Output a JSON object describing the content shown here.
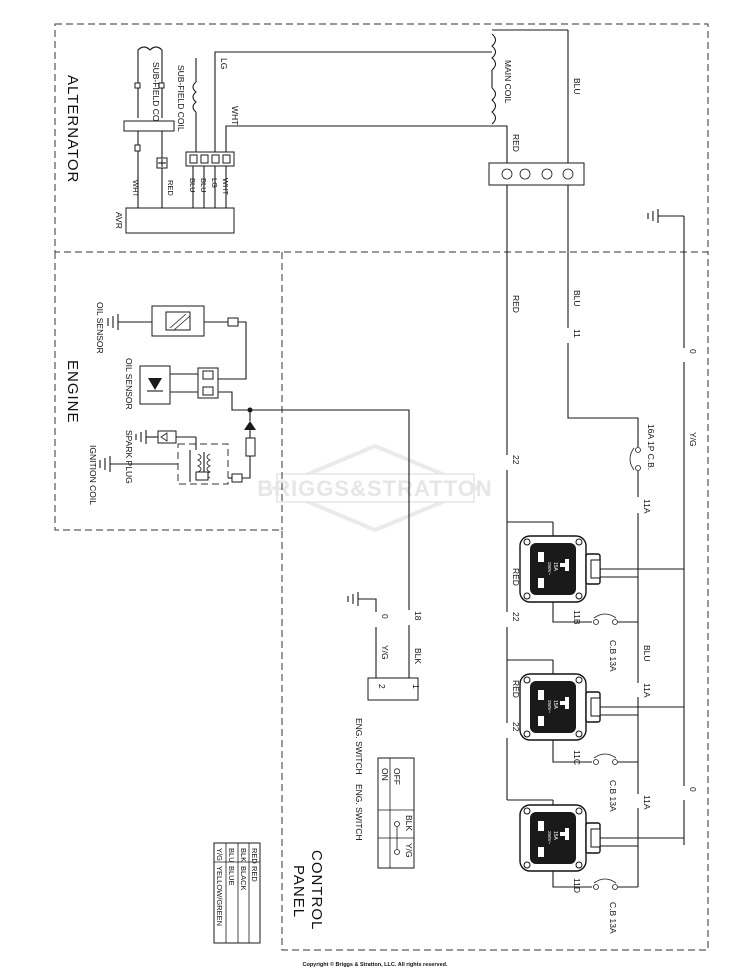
{
  "sections": {
    "alternator": "ALTERNATOR",
    "engine": "ENGINE",
    "control_panel_line1": "CONTROL",
    "control_panel_line2": "PANEL"
  },
  "alternator": {
    "main_coil": "MAIN COIL",
    "sub_field_coil_a": "SUB-FIELD COIL",
    "sub_field_coil_b": "SUB-FIELD COIL",
    "avr": "AVR",
    "wire_lg": "LG",
    "wire_wht": "WHT",
    "wire_blu": "BLU",
    "wire_red": "RED",
    "terminals": [
      "BLU",
      "BLU",
      "LG",
      "WHT"
    ],
    "avr_wht": "WHT",
    "avr_red": "RED"
  },
  "engine": {
    "oil_sensor_1": "OIL SENSOR",
    "oil_sensor_2": "OIL SENSOR",
    "spark_plug": "SPARK PLUG",
    "ignition_coil": "IGNITION COIL"
  },
  "wires": {
    "red": "RED",
    "blu": "BLU",
    "n11": "11",
    "n0": "0",
    "yg": "Y/G",
    "n22": "22",
    "n11a": "11A",
    "n11b": "11B",
    "n11c": "11C",
    "n11d": "11D",
    "n18": "18",
    "blk": "BLK"
  },
  "breakers": {
    "main": "16A 1P C.B.",
    "cb": "C.B 13A"
  },
  "outlet": {
    "amps": "15A",
    "volts": "250V~"
  },
  "eng_switch": {
    "label": "ENG. SWITCH",
    "pin1": "1",
    "pin2": "2",
    "table_label": "ENG. SWITCH",
    "on": "ON",
    "off": "OFF",
    "blk": "BLK",
    "yg": "Y/G"
  },
  "legend": [
    {
      "code": "RED",
      "name": "RED"
    },
    {
      "code": "BLK",
      "name": "BLACK"
    },
    {
      "code": "BLU",
      "name": "BLUE"
    },
    {
      "code": "Y/G",
      "name": "YELLOW/GREEN"
    }
  ],
  "watermark": "BRIGGS&STRATTON",
  "copyright": "Copyright © Briggs & Stratton, LLC. All rights reserved."
}
